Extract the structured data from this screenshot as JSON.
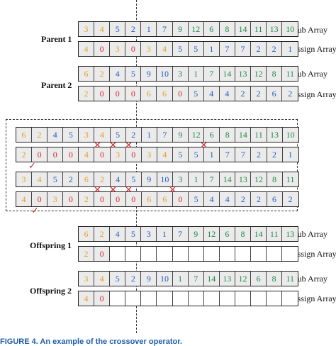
{
  "colors": {
    "orange": "#e7a01c",
    "red": "#d9262c",
    "blue": "#1f5fbf",
    "green": "#1d8a4a",
    "black": "#222222"
  },
  "labels": {
    "parent1": "Parent 1",
    "parent2": "Parent 2",
    "offspring1": "Offspring 1",
    "offspring2": "Offspring 2",
    "hub": "Hub Array",
    "assign": "Assign Array"
  },
  "arrays": {
    "p1_hub": [
      [
        "3",
        "orange"
      ],
      [
        "4",
        "orange"
      ],
      [
        "5",
        "blue"
      ],
      [
        "2",
        "blue"
      ],
      [
        "1",
        "blue"
      ],
      [
        "7",
        "blue"
      ],
      [
        "9",
        "green"
      ],
      [
        "12",
        "green"
      ],
      [
        "6",
        "green"
      ],
      [
        "8",
        "green"
      ],
      [
        "14",
        "green"
      ],
      [
        "11",
        "green"
      ],
      [
        "13",
        "green"
      ],
      [
        "10",
        "green"
      ]
    ],
    "p1_assign": [
      [
        "4",
        "orange"
      ],
      [
        "0",
        "red"
      ],
      [
        "3",
        "orange"
      ],
      [
        "0",
        "red"
      ],
      [
        "3",
        "orange"
      ],
      [
        "4",
        "orange"
      ],
      [
        "5",
        "blue"
      ],
      [
        "5",
        "blue"
      ],
      [
        "1",
        "blue"
      ],
      [
        "7",
        "blue"
      ],
      [
        "7",
        "blue"
      ],
      [
        "2",
        "blue"
      ],
      [
        "2",
        "blue"
      ],
      [
        "1",
        "blue"
      ]
    ],
    "p2_hub": [
      [
        "6",
        "orange"
      ],
      [
        "2",
        "orange"
      ],
      [
        "4",
        "blue"
      ],
      [
        "5",
        "blue"
      ],
      [
        "9",
        "blue"
      ],
      [
        "10",
        "blue"
      ],
      [
        "3",
        "green"
      ],
      [
        "1",
        "green"
      ],
      [
        "7",
        "green"
      ],
      [
        "14",
        "green"
      ],
      [
        "13",
        "green"
      ],
      [
        "12",
        "green"
      ],
      [
        "8",
        "green"
      ],
      [
        "11",
        "green"
      ]
    ],
    "p2_assign": [
      [
        "2",
        "orange"
      ],
      [
        "0",
        "red"
      ],
      [
        "0",
        "red"
      ],
      [
        "0",
        "red"
      ],
      [
        "6",
        "orange"
      ],
      [
        "6",
        "orange"
      ],
      [
        "0",
        "red"
      ],
      [
        "5",
        "blue"
      ],
      [
        "4",
        "blue"
      ],
      [
        "4",
        "blue"
      ],
      [
        "2",
        "blue"
      ],
      [
        "2",
        "blue"
      ],
      [
        "6",
        "blue"
      ],
      [
        "2",
        "blue"
      ]
    ],
    "c1_hub": [
      [
        "6",
        "orange"
      ],
      [
        "2",
        "orange"
      ],
      [
        "4",
        "blue"
      ],
      [
        "5",
        "blue"
      ],
      [
        "3",
        "orange"
      ],
      [
        "4",
        "orange"
      ],
      [
        "5",
        "blue"
      ],
      [
        "2",
        "blue"
      ],
      [
        "1",
        "blue"
      ],
      [
        "7",
        "blue"
      ],
      [
        "9",
        "green"
      ],
      [
        "12",
        "green"
      ],
      [
        "6",
        "green"
      ],
      [
        "8",
        "green"
      ],
      [
        "14",
        "green"
      ],
      [
        "11",
        "green"
      ],
      [
        "13",
        "green"
      ],
      [
        "10",
        "green"
      ]
    ],
    "c1_assign": [
      [
        "2",
        "orange"
      ],
      [
        "0",
        "red"
      ],
      [
        "0",
        "red"
      ],
      [
        "0",
        "red"
      ],
      [
        "4",
        "orange"
      ],
      [
        "0",
        "red"
      ],
      [
        "3",
        "orange"
      ],
      [
        "0",
        "red"
      ],
      [
        "3",
        "orange"
      ],
      [
        "4",
        "orange"
      ],
      [
        "5",
        "blue"
      ],
      [
        "5",
        "blue"
      ],
      [
        "1",
        "blue"
      ],
      [
        "7",
        "blue"
      ],
      [
        "7",
        "blue"
      ],
      [
        "2",
        "blue"
      ],
      [
        "2",
        "blue"
      ],
      [
        "1",
        "blue"
      ]
    ],
    "c2_hub": [
      [
        "3",
        "orange"
      ],
      [
        "4",
        "orange"
      ],
      [
        "5",
        "blue"
      ],
      [
        "2",
        "blue"
      ],
      [
        "6",
        "orange"
      ],
      [
        "2",
        "orange"
      ],
      [
        "4",
        "blue"
      ],
      [
        "5",
        "blue"
      ],
      [
        "9",
        "blue"
      ],
      [
        "10",
        "blue"
      ],
      [
        "3",
        "green"
      ],
      [
        "1",
        "green"
      ],
      [
        "7",
        "green"
      ],
      [
        "14",
        "green"
      ],
      [
        "13",
        "green"
      ],
      [
        "12",
        "green"
      ],
      [
        "8",
        "green"
      ],
      [
        "11",
        "green"
      ]
    ],
    "c2_assign": [
      [
        "4",
        "orange"
      ],
      [
        "0",
        "red"
      ],
      [
        "3",
        "orange"
      ],
      [
        "0",
        "red"
      ],
      [
        "2",
        "orange"
      ],
      [
        "0",
        "red"
      ],
      [
        "0",
        "red"
      ],
      [
        "0",
        "red"
      ],
      [
        "6",
        "orange"
      ],
      [
        "6",
        "orange"
      ],
      [
        "0",
        "red"
      ],
      [
        "5",
        "blue"
      ],
      [
        "4",
        "blue"
      ],
      [
        "4",
        "blue"
      ],
      [
        "2",
        "blue"
      ],
      [
        "2",
        "blue"
      ],
      [
        "6",
        "blue"
      ],
      [
        "2",
        "blue"
      ]
    ],
    "o1_hub": [
      [
        "6",
        "orange"
      ],
      [
        "2",
        "orange"
      ],
      [
        "4",
        "blue"
      ],
      [
        "5",
        "blue"
      ],
      [
        "3",
        "blue"
      ],
      [
        "1",
        "blue"
      ],
      [
        "7",
        "blue"
      ],
      [
        "9",
        "green"
      ],
      [
        "12",
        "green"
      ],
      [
        "6",
        "green"
      ],
      [
        "8",
        "green"
      ],
      [
        "14",
        "green"
      ],
      [
        "11",
        "green"
      ],
      [
        "13",
        "green"
      ]
    ],
    "o1_assign": [
      [
        "2",
        "orange"
      ],
      [
        "0",
        "red"
      ],
      [
        "",
        ""
      ],
      [
        "",
        ""
      ],
      [
        "",
        ""
      ],
      [
        "",
        ""
      ],
      [
        "",
        ""
      ],
      [
        "",
        ""
      ],
      [
        "",
        ""
      ],
      [
        "",
        ""
      ],
      [
        "",
        ""
      ],
      [
        "",
        ""
      ],
      [
        "",
        ""
      ],
      [
        "",
        ""
      ]
    ],
    "o2_hub": [
      [
        "3",
        "orange"
      ],
      [
        "4",
        "orange"
      ],
      [
        "5",
        "blue"
      ],
      [
        "2",
        "blue"
      ],
      [
        "9",
        "blue"
      ],
      [
        "10",
        "blue"
      ],
      [
        "1",
        "green"
      ],
      [
        "7",
        "green"
      ],
      [
        "14",
        "green"
      ],
      [
        "13",
        "green"
      ],
      [
        "12",
        "green"
      ],
      [
        "6",
        "green"
      ],
      [
        "8",
        "green"
      ],
      [
        "11",
        "green"
      ]
    ],
    "o2_assign": [
      [
        "4",
        "orange"
      ],
      [
        "0",
        "red"
      ],
      [
        "",
        ""
      ],
      [
        "",
        ""
      ],
      [
        "",
        ""
      ],
      [
        "",
        ""
      ],
      [
        "",
        ""
      ],
      [
        "",
        ""
      ],
      [
        "",
        ""
      ],
      [
        "",
        ""
      ],
      [
        "",
        ""
      ],
      [
        "",
        ""
      ],
      [
        "",
        ""
      ],
      [
        "",
        ""
      ]
    ]
  },
  "caption": "FIGURE 4.  An example of the crossover operator."
}
